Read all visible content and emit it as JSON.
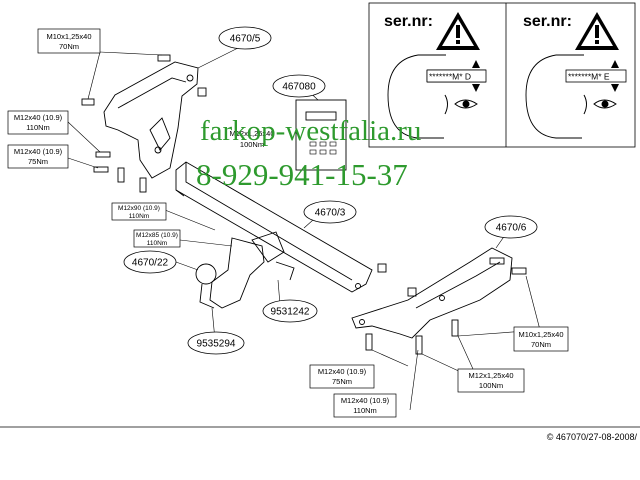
{
  "watermark": {
    "site": "farkop-westfalia.ru",
    "phone": "8-929-941-15-37",
    "color": "#2e9a2e"
  },
  "panels": [
    {
      "serial_label": "ser.nr:",
      "code": "*******M* D"
    },
    {
      "serial_label": "ser.nr:",
      "code": "*******M* E"
    }
  ],
  "part_numbers": {
    "bracket_left": "4670/5",
    "module": "467080",
    "crossbar": "4670/3",
    "bracket_right": "4670/6",
    "ball": "4670/22",
    "socket": "9531242",
    "ball_mount": "9535294"
  },
  "specs": {
    "top_left": {
      "bolt": "M10x1,25x40",
      "torque": "70Nm"
    },
    "left_1": {
      "bolt": "M12x40 (10.9)",
      "torque": "110Nm"
    },
    "left_2": {
      "bolt": "M12x40 (10.9)",
      "torque": "75Nm"
    },
    "center_top": {
      "bolt": "M12x1,25x40",
      "torque": "100Nm"
    },
    "center_1": {
      "bolt": "M12x90 (10.9)",
      "torque": "110Nm"
    },
    "center_2": {
      "bolt": "M12x85 (10.9)",
      "torque": "110Nm"
    },
    "right": {
      "bolt": "M10x1,25x40",
      "torque": "70Nm"
    },
    "bottom_1": {
      "bolt": "M12x40 (10.9)",
      "torque": "75Nm"
    },
    "bottom_2": {
      "bolt": "M12x1,25x40",
      "torque": "100Nm"
    },
    "bottom_3": {
      "bolt": "M12x40 (10.9)",
      "torque": "110Nm"
    }
  },
  "copyright": "© 467070/27-08-2008/"
}
